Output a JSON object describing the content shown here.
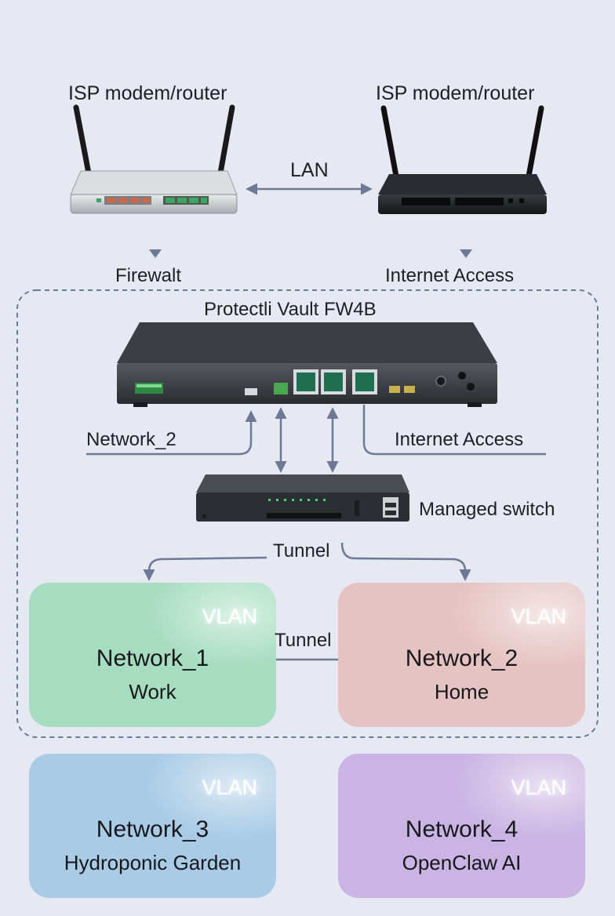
{
  "routers": [
    {
      "label": "ISP modem/router",
      "color": "#c9cbcf"
    },
    {
      "label": "ISP modem/router",
      "color": "#1f2024"
    }
  ],
  "links": {
    "lan": "LAN",
    "firewall": "Firewalt",
    "internet_top": "Internet Access",
    "network2_port": "Network_2",
    "internet_port": "Internet Access",
    "tunnel_switch": "Tunnel",
    "tunnel_vlan": "Tunnel"
  },
  "firewall_device": {
    "label": "Protectli Vault FW4B"
  },
  "switch": {
    "label": "Managed switch"
  },
  "vlans": [
    {
      "badge": "VLAN",
      "name": "Network_1",
      "sub": "Work",
      "color": "#a6dcc0"
    },
    {
      "badge": "VLAN",
      "name": "Network_2",
      "sub": "Home",
      "color": "#e6c3c3"
    },
    {
      "badge": "VLAN",
      "name": "Network_3",
      "sub": "Hydroponic Garden",
      "color": "#a9cbe6"
    },
    {
      "badge": "VLAN",
      "name": "Network_4",
      "sub": "OpenClaw AI",
      "color": "#c9b4e3"
    }
  ],
  "colors": {
    "background": "#e6e9f1",
    "arrow": "#6c7a95",
    "dashed_border": "#6c7a95"
  }
}
